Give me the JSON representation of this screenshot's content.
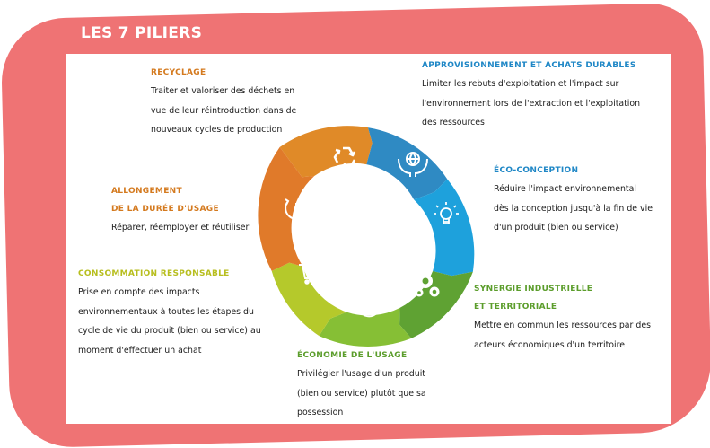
{
  "title": "LES 7 PILIERS",
  "pillars": [
    {
      "id": "recyclage",
      "heading": "RECYCLAGE",
      "lines": [
        "Traiter et valoriser des déchets en",
        "vue de leur réintroduction dans de",
        "nouveaux cycles de production"
      ]
    },
    {
      "id": "approvisionnement",
      "heading": "APPROVISIONNEMENT ET ACHATS DURABLES",
      "lines": [
        "Limiter les rebuts d'exploitation et l'impact sur",
        "l'environnement lors de l'extraction et l'exploitation",
        "des ressources"
      ]
    },
    {
      "id": "eco-conception",
      "heading": "ÉCO-CONCEPTION",
      "lines": [
        "Réduire l'impact environnemental",
        "dès la conception jusqu'à la fin de vie",
        "d'un produit (bien ou service)"
      ]
    },
    {
      "id": "synergie",
      "heading": [
        "SYNERGIE INDUSTRIELLE",
        "ET TERRITORIALE"
      ],
      "lines": [
        "Mettre en commun les ressources par des",
        "acteurs économiques d'un territoire"
      ]
    },
    {
      "id": "economie-usage",
      "heading": "ÉCONOMIE DE L'USAGE",
      "lines": [
        "Privilégier l'usage d'un produit",
        "(bien ou service) plutôt que sa",
        "possession"
      ]
    },
    {
      "id": "consommation",
      "heading": "CONSOMMATION RESPONSABLE",
      "lines": [
        "Prise en compte des impacts",
        "environnementaux  à toutes les étapes du",
        "cycle de vie du produit (bien ou service) au",
        "moment d'effectuer un achat"
      ]
    },
    {
      "id": "allongement",
      "heading": [
        "ALLONGEMENT",
        "DE LA DURÉE D'USAGE"
      ],
      "lines": [
        "Réparer, réemployer et réutiliser"
      ]
    }
  ],
  "colors": {
    "frame": "#ef7374",
    "recyclage": "#e08a28",
    "approvisionnement": "#2f8ac3",
    "eco-conception": "#1ea1dc",
    "synergie": "#5fa233",
    "economie-usage": "#86bf35",
    "consommation": "#b5c92b",
    "allongement": "#e07a2a"
  },
  "icons": [
    "recycle-icon",
    "hands-globe-icon",
    "lightbulb-icon",
    "gears-icon",
    "box-cycle-icon",
    "cart-icon",
    "clock-cycle-icon"
  ]
}
